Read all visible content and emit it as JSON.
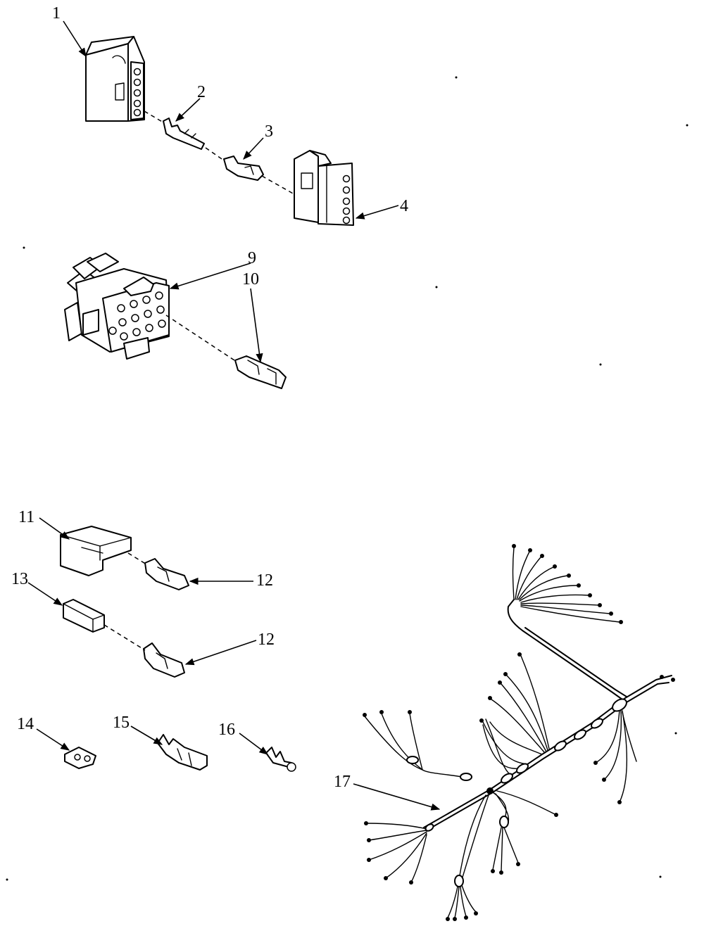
{
  "callouts": {
    "c1": "1",
    "c2": "2",
    "c3": "3",
    "c4": "4",
    "c9": "9",
    "c10": "10",
    "c11": "11",
    "c12a": "12",
    "c12b": "12",
    "c13": "13",
    "c14": "14",
    "c15": "15",
    "c16": "16",
    "c17": "17"
  }
}
